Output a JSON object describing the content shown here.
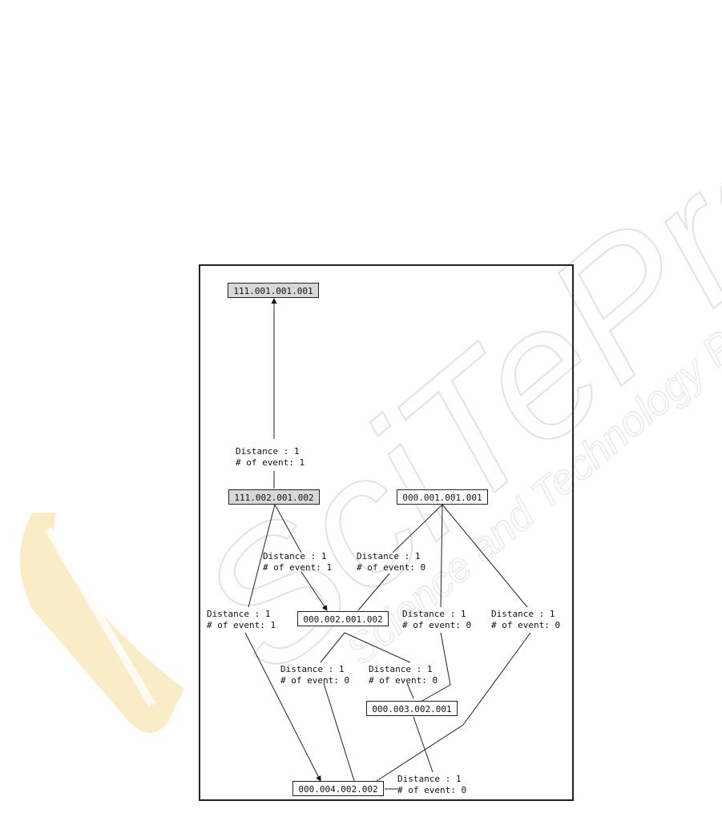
{
  "watermark": {
    "main_text": "SciTePress",
    "sub_text": "Science and Technology Publications",
    "colors": {
      "text": "#e6e6e6",
      "swoosh": "#f6e5b0"
    }
  },
  "nodes": [
    {
      "id": "n1",
      "label": "111.001.001.001",
      "shaded": true
    },
    {
      "id": "n2",
      "label": "111.002.001.002",
      "shaded": true
    },
    {
      "id": "n3",
      "label": "000.001.001.001",
      "shaded": false
    },
    {
      "id": "n4",
      "label": "000.002.001.002",
      "shaded": false
    },
    {
      "id": "n5",
      "label": "000.003.002.001",
      "shaded": false
    },
    {
      "id": "n6",
      "label": "000.004.002.002",
      "shaded": false
    }
  ],
  "edge_labels": [
    {
      "id": "e1",
      "distance": "Distance : 1",
      "events": "# of event: 1"
    },
    {
      "id": "e2",
      "distance": "Distance : 1",
      "events": "# of event: 1"
    },
    {
      "id": "e3",
      "distance": "Distance : 1",
      "events": "# of event: 0"
    },
    {
      "id": "e4",
      "distance": "Distance : 1",
      "events": "# of event: 1"
    },
    {
      "id": "e5",
      "distance": "Distance : 1",
      "events": "# of event: 0"
    },
    {
      "id": "e6",
      "distance": "Distance : 1",
      "events": "# of event: 0"
    },
    {
      "id": "e7",
      "distance": "Distance : 1",
      "events": "# of event: 0"
    },
    {
      "id": "e8",
      "distance": "Distance : 1",
      "events": "# of event: 0"
    },
    {
      "id": "e9",
      "distance": "Distance : 1",
      "events": "# of event: 0"
    }
  ]
}
